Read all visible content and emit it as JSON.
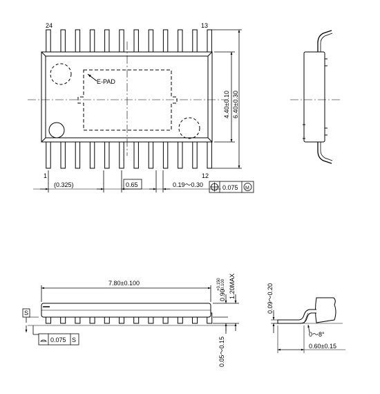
{
  "top_view": {
    "pin_24": "24",
    "pin_13": "13",
    "pin_1": "1",
    "pin_12": "12",
    "epad_label": "E-PAD",
    "dim_0325": "(0.325)",
    "dim_pitch": "0.65",
    "dim_lead_width": "0.19～0.30",
    "tol_position": "0.075",
    "tol_modifier": "M",
    "dim_body_width": "4.40±0.10",
    "dim_total_width": "6.40±0.30"
  },
  "front_view": {
    "dim_length": "7.80±0.100",
    "dim_height_nom": "0.90",
    "dim_height_tol_plus": "+0.150",
    "dim_height_tol_minus": "-0.100",
    "dim_max_height": "1.20MAX",
    "dim_standoff": "0.05～0.15",
    "datum_s": "S",
    "flatness_value": "0.075",
    "flatness_datum": "S"
  },
  "lead_detail": {
    "dim_lead_thickness": "0.09～0.20",
    "dim_angle": "0～8°",
    "dim_foot_length": "0.60±0.15"
  }
}
